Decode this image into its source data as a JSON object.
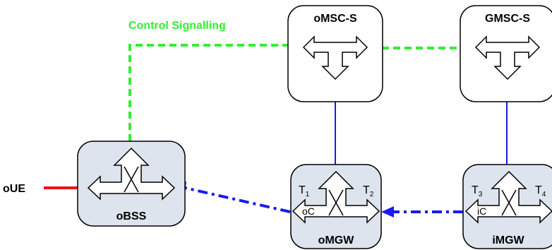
{
  "colors": {
    "control": "#33ee33",
    "bearer_blue": "#1a1aee",
    "access_red": "#ee1111",
    "node_fill": "#dde4ee",
    "node_fill_plain": "#ffffff"
  },
  "control_label": "Control Signalling",
  "ue_label": "oUE",
  "nodes": {
    "obss": {
      "name": "oBSS"
    },
    "omsc": {
      "name": "oMSC-S"
    },
    "gmsc": {
      "name": "GMSC-S"
    },
    "omgw": {
      "name": "oMGW",
      "context": "oC",
      "t_left": "T",
      "t_left_sub": "1",
      "t_right": "T",
      "t_right_sub": "2"
    },
    "imgw": {
      "name": "iMGW",
      "context": "iC",
      "t_left": "T",
      "t_left_sub": "3",
      "t_right": "T",
      "t_right_sub": "4"
    }
  }
}
